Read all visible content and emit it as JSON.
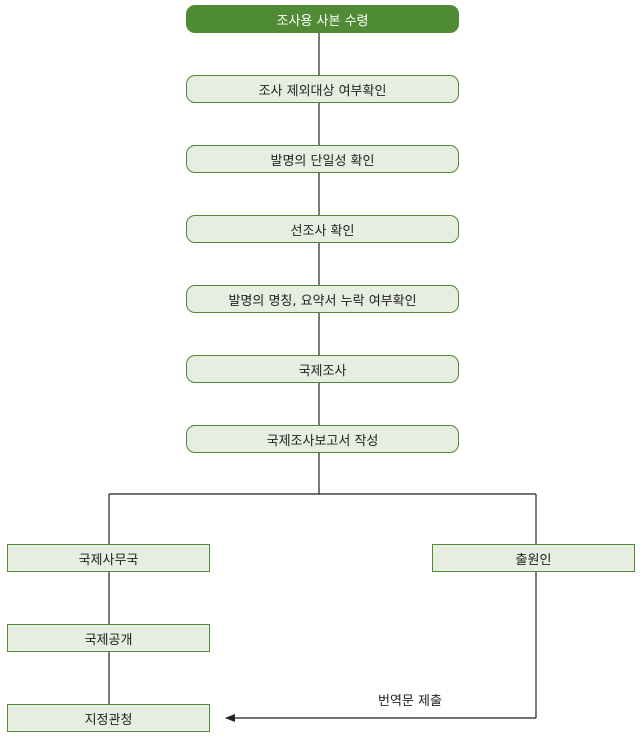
{
  "steps": {
    "receive_copy": "조사용 사본 수령",
    "exclusion_check": "조사 제외대상 여부확인",
    "unity_check": "발명의 단일성 확인",
    "prior_search_check": "선조사 확인",
    "title_abstract_check": "발명의 명칭, 요약서 누락 여부확인",
    "international_search": "국제조사",
    "report_writing": "국제조사보고서 작성"
  },
  "left_branch": {
    "international_bureau": "국제사무국",
    "international_publication": "국제공개",
    "designated_office": "지정관청"
  },
  "right_branch": {
    "applicant": "출원인",
    "edge_label": "번역문 제출"
  },
  "colors": {
    "accent": "#4f8a34",
    "box_fill": "#e7ede0",
    "line": "#222222"
  }
}
